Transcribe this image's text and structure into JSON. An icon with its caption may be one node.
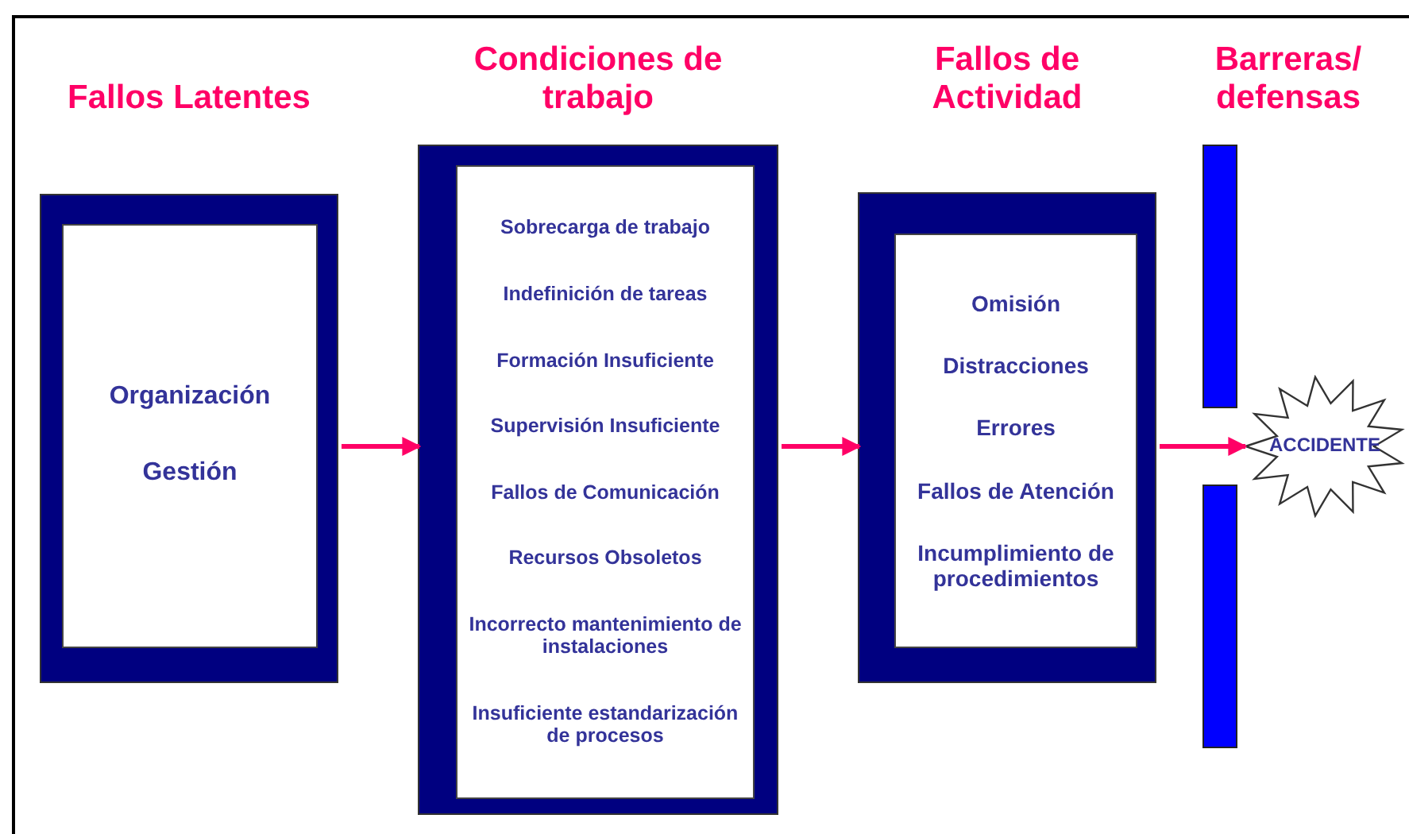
{
  "diagram": {
    "nodes": [
      {
        "text": [
          "Fallos Latentes"
        ]
      },
      {
        "text": [
          "Organización",
          "Gestión"
        ],
        "in": 0
      },
      {
        "text": [
          "Condiciones de trabajo"
        ]
      },
      {
        "text": [
          "Sobrecarga de trabajo",
          "Indefinición de tareas",
          "Formación Insuficiente",
          "Supervisión Insuficiente",
          "Fallos de Comunicación",
          "Recursos Obsoletos",
          "Incorrecto mantenimiento de instalaciones",
          "Insuficiente estandarización de procesos"
        ],
        "in": 2
      },
      {
        "text": [
          "Fallos de Actividad"
        ]
      },
      {
        "text": [
          "Omisión",
          "Distracciones",
          "Errores",
          "Fallos de Atención",
          "Incumplimiento de procedimientos"
        ],
        "in": 4
      },
      {
        "text": [
          "Barreras/ defensas"
        ]
      },
      {
        "text": [],
        "shape": "bar"
      },
      {
        "text": [
          "ACCIDENTE"
        ]
      }
    ],
    "edges": [
      {
        "from": 0,
        "to": 2,
        "arrow": "to"
      },
      {
        "from": 2,
        "to": 4,
        "arrow": "to"
      },
      {
        "from": 4,
        "to": 8,
        "arrow": "to"
      }
    ]
  }
}
